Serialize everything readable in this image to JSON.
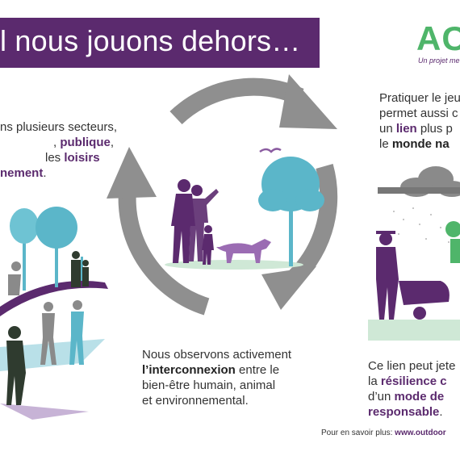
{
  "banner": {
    "title": "l nous jouons dehors…"
  },
  "logo": {
    "mark": "AC",
    "tagline": "Un projet me"
  },
  "left_text": {
    "l1": "ns plusieurs secteurs,",
    "l2a": ",",
    "l2b": "publique",
    "l2c": ",",
    "l3a": "les ",
    "l3b": "loisirs",
    "l4a": "nement",
    "l4b": "."
  },
  "right_top_text": {
    "l1": "Pratiquer le jeu",
    "l2": "permet aussi c",
    "l3a": "un ",
    "l3b": "lien",
    "l3c": " plus p",
    "l4a": "le ",
    "l4b": "monde na"
  },
  "center_text": {
    "l1": "Nous observons activement",
    "l2a": "l’interconnexion",
    "l2b": " entre le",
    "l3": "bien-être humain, animal",
    "l4": "et environnemental."
  },
  "right_bottom_text": {
    "l1": "Ce lien peut jete",
    "l2a": "la ",
    "l2b": "résilience c",
    "l3a": "d’un ",
    "l3b": "mode de",
    "l4a": "responsable",
    "l4b": "."
  },
  "footer": {
    "label": "Pour en savoir plus: ",
    "link": "www.outdoor"
  },
  "colors": {
    "purple": "#5b2a6e",
    "green": "#4fb56a",
    "teal": "#5bb6c9",
    "grey": "#8a8a8a"
  }
}
